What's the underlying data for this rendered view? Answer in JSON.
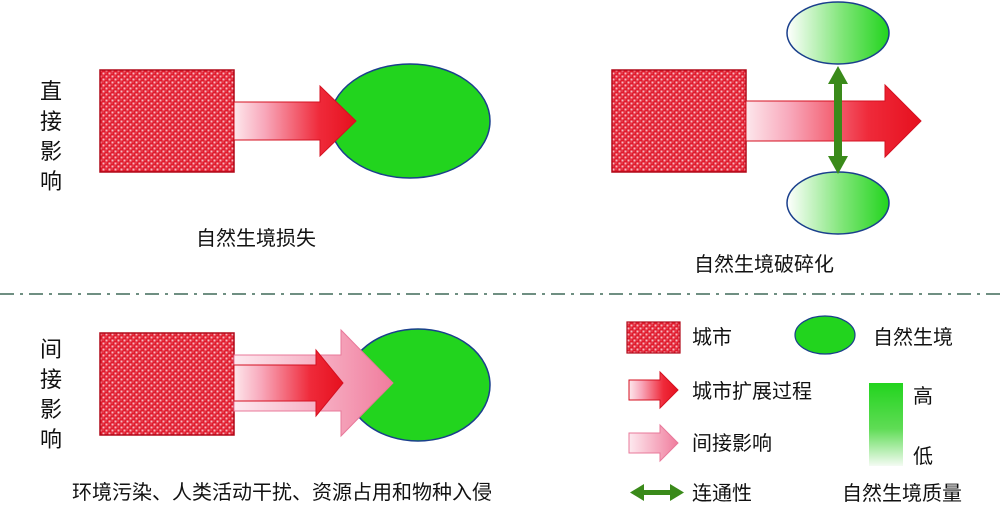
{
  "direct_impact": {
    "side_label": "直接影响",
    "caption_loss": "自然生境损失",
    "caption_fragmentation": "自然生境破碎化"
  },
  "indirect_impact": {
    "side_label": "间接影响",
    "caption": "环境污染、人类活动干扰、资源占用和物种入侵"
  },
  "legend": {
    "city": "城市",
    "habitat": "自然生境",
    "expansion": "城市扩展过程",
    "indirect": "间接影响",
    "connectivity": "连通性",
    "quality_high": "高",
    "quality_low": "低",
    "quality_title": "自然生境质量"
  },
  "colors": {
    "city_red": "#e8142a",
    "habitat_green": "#22d41e",
    "arrow_red": "#ee1c25",
    "arrow_pink": "#f489a6",
    "connectivity_green": "#3a8a1a",
    "separator": "#6f8f82"
  }
}
